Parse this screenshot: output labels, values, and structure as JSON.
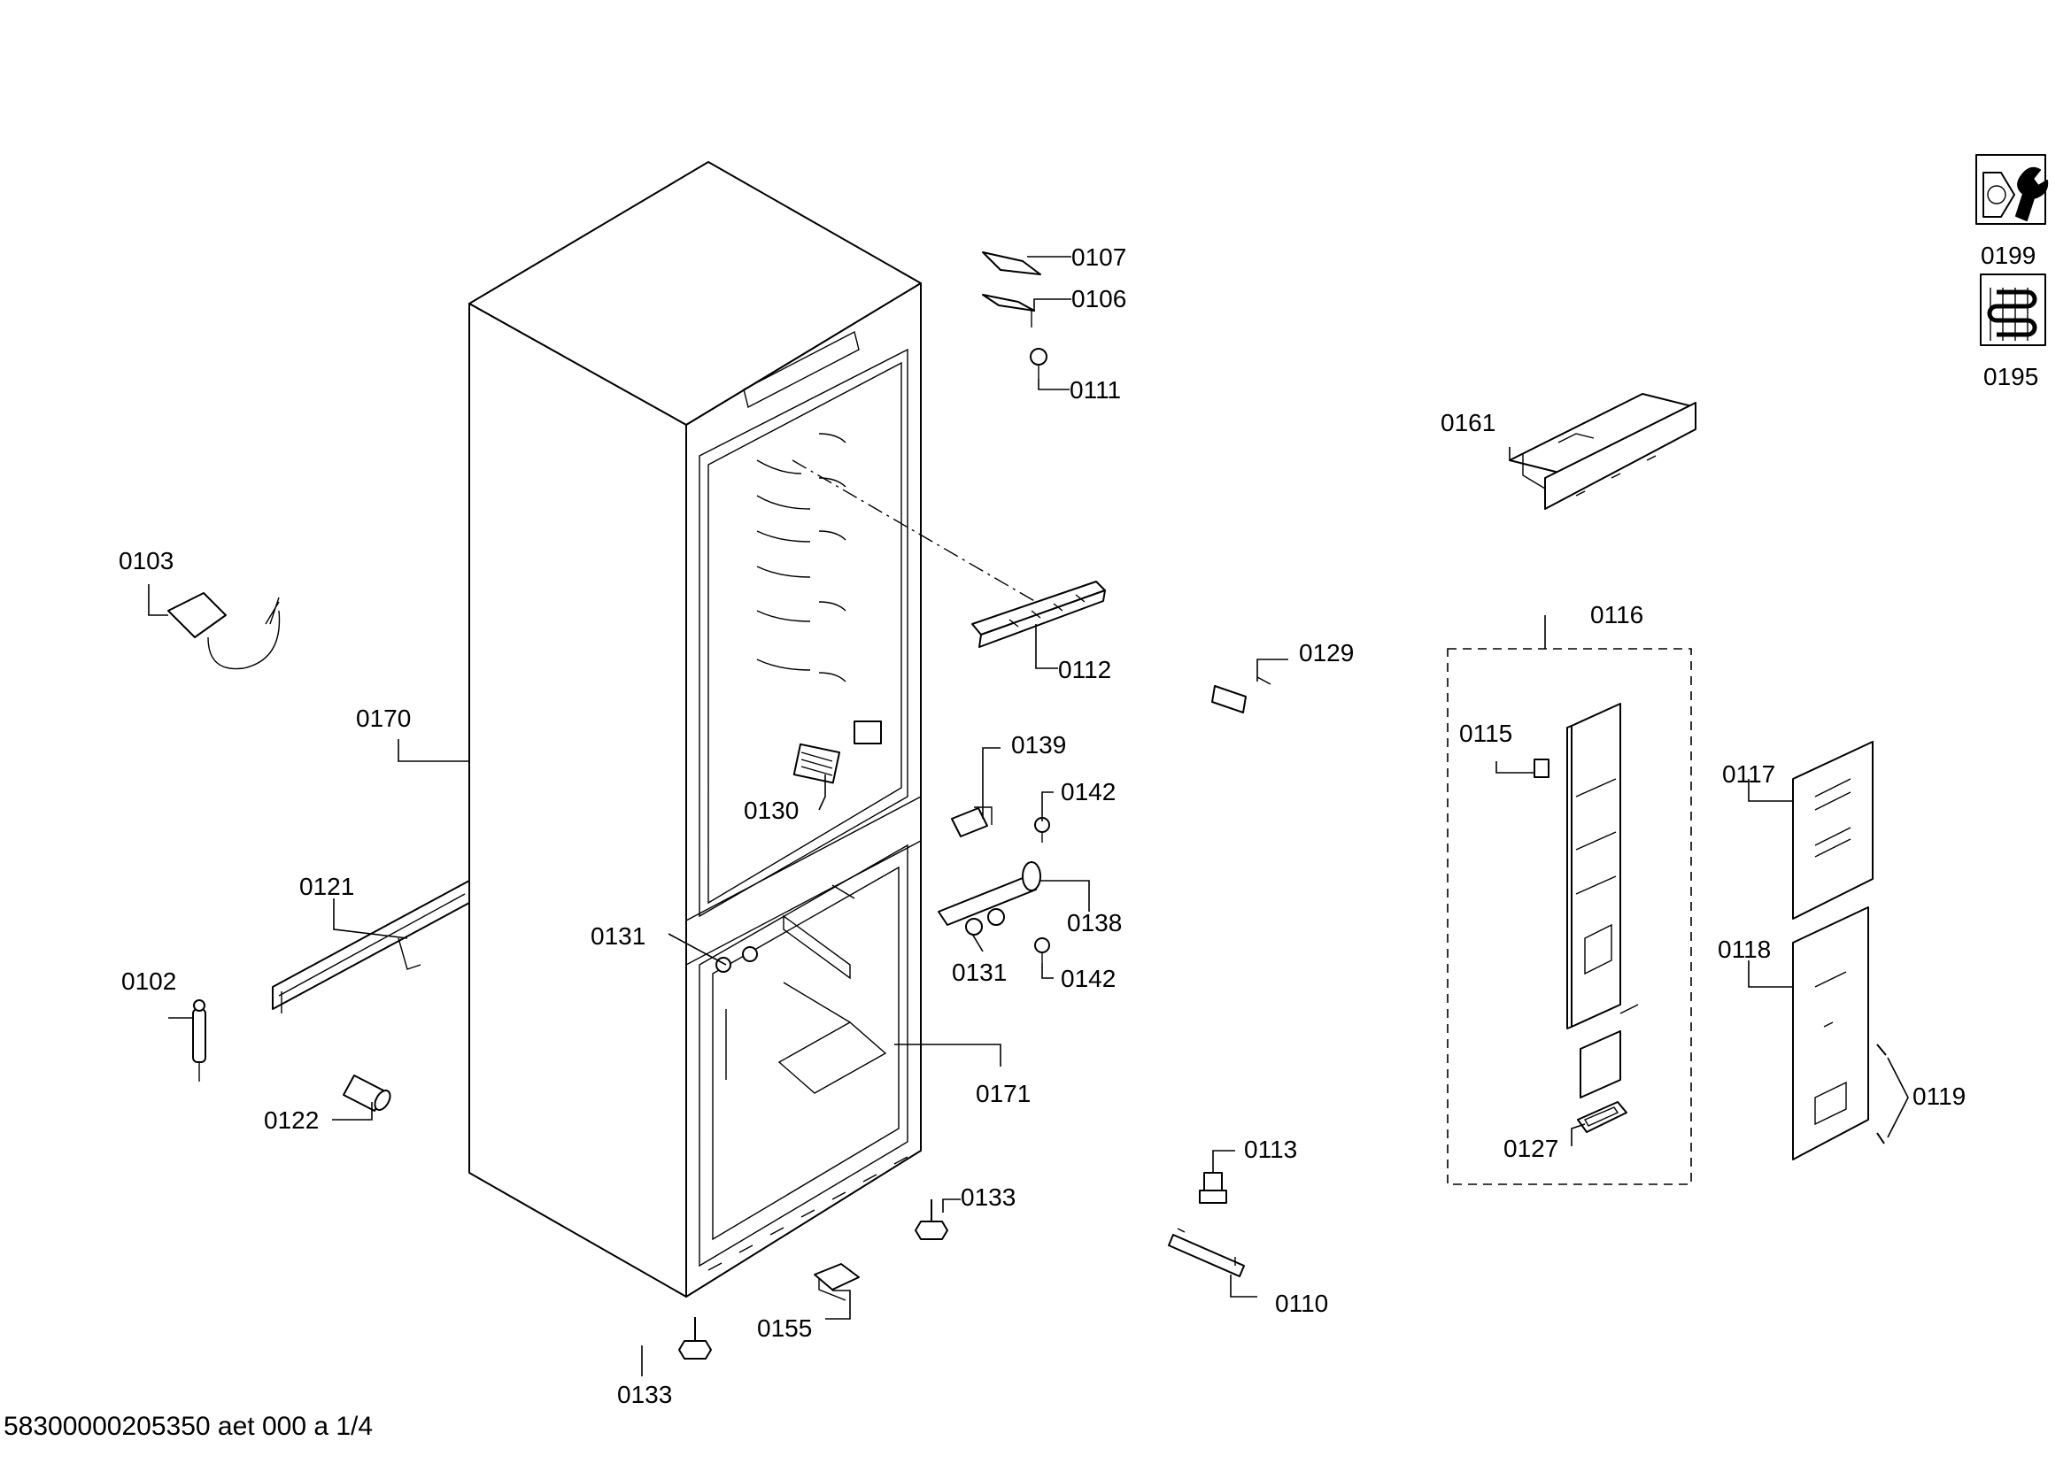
{
  "labels": {
    "p0107": "0107",
    "p0106": "0106",
    "p0111": "0111",
    "p0103": "0103",
    "p0112": "0112",
    "p0129": "0129",
    "p0170": "0170",
    "p0139": "0139",
    "p0142a": "0142",
    "p0130": "0130",
    "p0121": "0121",
    "p0131a": "0131",
    "p0138": "0138",
    "p0131b": "0131",
    "p0142b": "0142",
    "p0102": "0102",
    "p0171": "0171",
    "p0122": "0122",
    "p0113": "0113",
    "p0133a": "0133",
    "p0110": "0110",
    "p0155": "0155",
    "p0133b": "0133",
    "p0161": "0161",
    "p0116": "0116",
    "p0115": "0115",
    "p0117": "0117",
    "p0118": "0118",
    "p0119": "0119",
    "p0127": "0127",
    "p0199": "0199",
    "p0195": "0195"
  },
  "icons": {
    "tools": "nut-and-wrench-icon",
    "refrigerant": "condenser-coil-icon"
  },
  "footer": "58300000205350 aet 000 a 1/4"
}
